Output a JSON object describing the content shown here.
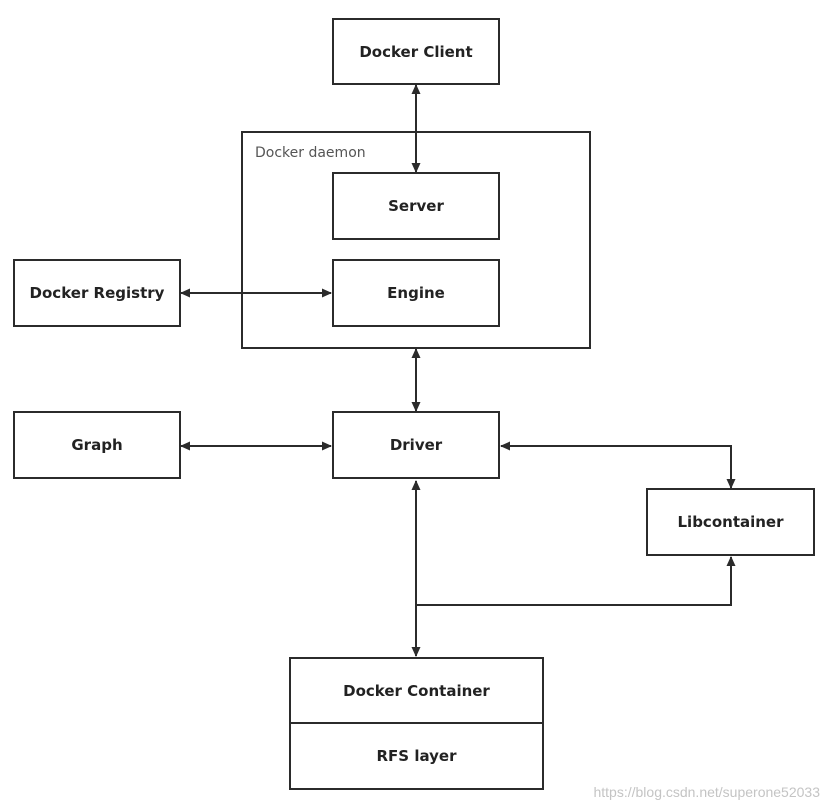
{
  "diagram": {
    "nodes": {
      "docker_client": "Docker Client",
      "daemon_label": "Docker daemon",
      "server": "Server",
      "engine": "Engine",
      "docker_registry": "Docker Registry",
      "graph": "Graph",
      "driver": "Driver",
      "libcontainer": "Libcontainer",
      "docker_container": "Docker Container",
      "rfs_layer": "RFS layer"
    },
    "edges": [
      {
        "from": "Docker Client",
        "to": "Server",
        "direction": "both"
      },
      {
        "from": "Docker Registry",
        "to": "Engine",
        "direction": "both"
      },
      {
        "from": "Docker daemon",
        "to": "Driver",
        "direction": "both"
      },
      {
        "from": "Graph",
        "to": "Driver",
        "direction": "both"
      },
      {
        "from": "Driver",
        "to": "Libcontainer",
        "direction": "both"
      },
      {
        "from": "Driver",
        "to": "Docker Container",
        "direction": "both"
      },
      {
        "from": "Docker Container",
        "to": "Libcontainer",
        "direction": "forward"
      }
    ],
    "colors": {
      "stroke": "#2b2b2b",
      "text": "#222222",
      "watermark": "#c4c4c4"
    }
  },
  "watermark": "https://blog.csdn.net/superone52033"
}
